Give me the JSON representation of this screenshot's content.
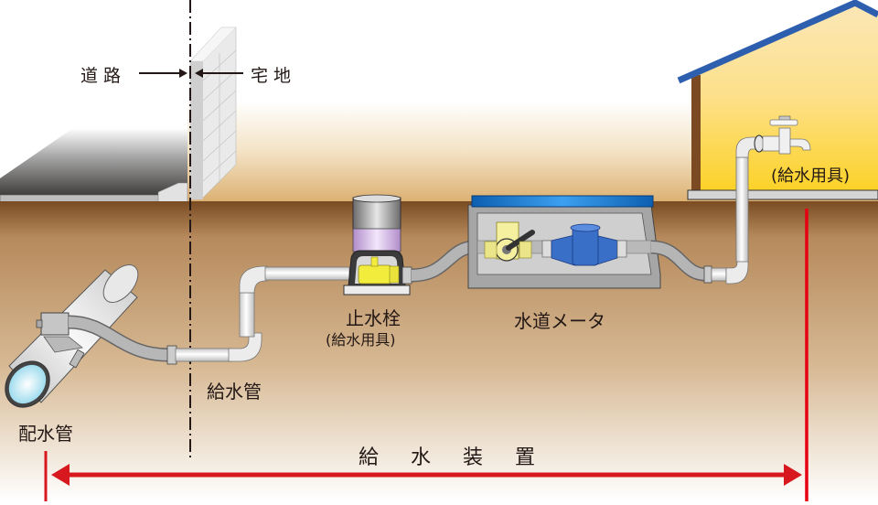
{
  "diagram": {
    "title": "給水装置",
    "boundary": {
      "left_label": "道路",
      "right_label": "宅地"
    },
    "components": {
      "distribution_pipe": "配水管",
      "service_pipe": "給水管",
      "stop_valve": "止水栓",
      "stop_valve_note": "(給水用具)",
      "water_meter": "水道メータ",
      "faucet_note": "(給水用具)"
    },
    "span_label": "給 水 装 置",
    "colors": {
      "span_arrow": "#d7191f",
      "roof": "#2e5fae",
      "house_wall": "#fcd86a",
      "soil": "#8b5a2b",
      "meter_lid": "#1c7fd6",
      "meter_body": "#3a6fc8",
      "valve_brass": "#f2ec3c",
      "stop_valve_sleeve": "#d8b8ec"
    }
  }
}
